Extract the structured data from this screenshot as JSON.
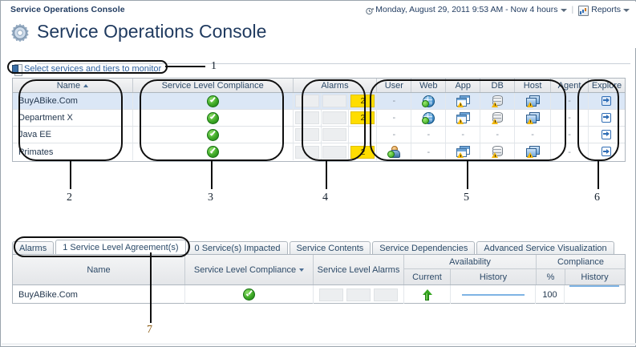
{
  "window": {
    "app_title": "Service Operations Console",
    "time_range": "Monday, August 29, 2011 9:53 AM - Now 4 hours",
    "reports_label": "Reports",
    "clock_icon": "clock-icon",
    "reports_icon": "reports-icon",
    "caret_icon": "chevron-down-icon"
  },
  "page": {
    "title": "Service Operations Console",
    "gear_icon": "gear-icon"
  },
  "select_bar": {
    "link": "Select services and tiers to monitor",
    "icon": "select-services-icon"
  },
  "services_table": {
    "columns": {
      "name": "Name",
      "slc": "Service Level Compliance",
      "alarms": "Alarms",
      "user": "User",
      "web": "Web",
      "app": "App",
      "db": "DB",
      "host": "Host",
      "agent": "Agent",
      "explore": "Explore"
    },
    "sort": {
      "column": "Name",
      "direction": "asc"
    },
    "rows": [
      {
        "name": "BuyABike.Com",
        "selected": true,
        "slc": "ok",
        "alarms": [
          "empty",
          "empty",
          "2"
        ],
        "tiers": {
          "user": "-",
          "web": "globe",
          "app": "app",
          "db": "db",
          "host": "host",
          "agent": "-"
        },
        "explore": "explore-icon"
      },
      {
        "name": "Department X",
        "selected": false,
        "slc": "ok",
        "alarms": [
          "empty",
          "empty",
          "2"
        ],
        "tiers": {
          "user": "-",
          "web": "globe",
          "app": "app",
          "db": "db",
          "host": "host",
          "agent": "-"
        },
        "explore": "explore-icon"
      },
      {
        "name": "Java EE",
        "selected": false,
        "slc": "ok",
        "alarms": [
          "empty",
          "empty",
          "none"
        ],
        "tiers": {
          "user": "-",
          "web": "-",
          "app": "-",
          "db": "-",
          "host": "-",
          "agent": "-"
        },
        "explore": "explore-icon"
      },
      {
        "name": "Primates",
        "selected": false,
        "slc": "ok",
        "alarms": [
          "empty",
          "empty",
          "2"
        ],
        "tiers": {
          "user": "user",
          "web": "-",
          "app": "app",
          "db": "db",
          "host": "host",
          "agent": "-"
        },
        "explore": "explore-icon"
      }
    ]
  },
  "detail": {
    "tabs": [
      {
        "label": "Alarms",
        "active": false
      },
      {
        "label": "1 Service Level Agreement(s)",
        "active": true
      },
      {
        "label": "0 Service(s) Impacted",
        "active": false
      },
      {
        "label": "Service Contents",
        "active": false
      },
      {
        "label": "Service Dependencies",
        "active": false
      },
      {
        "label": "Advanced Service Visualization",
        "active": false
      }
    ],
    "group_headers": {
      "availability": "Availability",
      "compliance": "Compliance"
    },
    "columns": {
      "name": "Name",
      "slc": "Service Level Compliance",
      "sla_alarms": "Service Level Alarms",
      "avail_current": "Current",
      "avail_history": "History",
      "comp_pct": "%",
      "comp_history": "History"
    },
    "sort": {
      "column": "Service Level Compliance",
      "direction": "desc"
    },
    "rows": [
      {
        "name": "BuyABike.Com",
        "slc": "ok",
        "sla_alarms": [
          "empty",
          "empty",
          "empty"
        ],
        "avail_current": "up-arrow-icon",
        "avail_history": "sparkline",
        "comp_pct": "100",
        "comp_history": "sparkline"
      }
    ]
  },
  "callouts": [
    {
      "id": "1",
      "label": "1"
    },
    {
      "id": "2",
      "label": "2"
    },
    {
      "id": "3",
      "label": "3"
    },
    {
      "id": "4",
      "label": "4"
    },
    {
      "id": "5",
      "label": "5"
    },
    {
      "id": "6",
      "label": "6"
    },
    {
      "id": "7",
      "label": "7"
    }
  ],
  "colors": {
    "accent_blue": "#2b5f9e",
    "header_text": "#1f3a5f",
    "alarm_yellow": "#ffdd00",
    "ok_green": "#3ea926",
    "selected_row": "#dbe7f6",
    "spark_blue": "#7fb4e4"
  }
}
